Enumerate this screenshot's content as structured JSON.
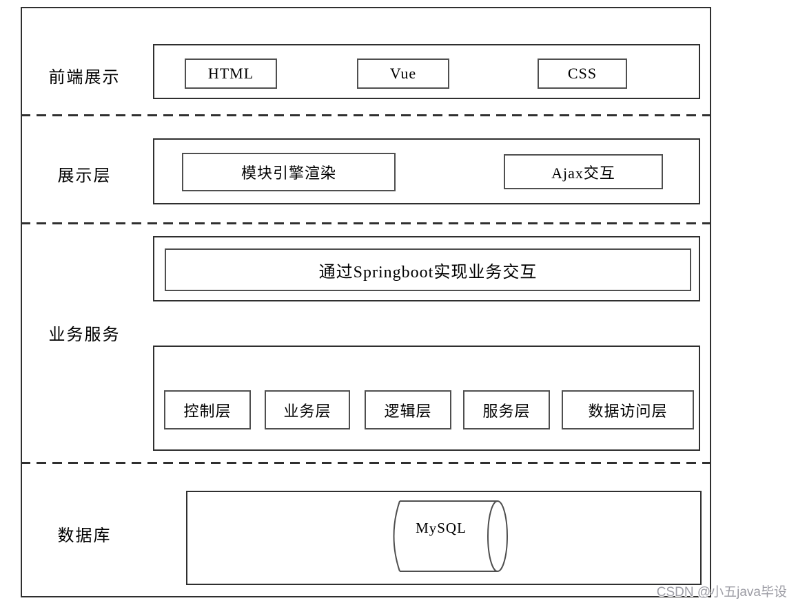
{
  "layers": {
    "frontend": {
      "label": "前端展示",
      "items": [
        "HTML",
        "Vue",
        "CSS"
      ]
    },
    "presentation": {
      "label": "展示层",
      "items": [
        "模块引擎渲染",
        "Ajax交互"
      ]
    },
    "business": {
      "label": "业务服务",
      "interaction": "通过Springboot实现业务交互",
      "sublayers": [
        "控制层",
        "业务层",
        "逻辑层",
        "服务层",
        "数据访问层"
      ]
    },
    "database": {
      "label": "数据库",
      "db": "MySQL"
    }
  },
  "watermark": {
    "text": "CSDN @小五java毕设"
  },
  "colors": {
    "border": "#2f2f2f",
    "box_border": "#4f4f4f",
    "text": "#000000",
    "background": "#ffffff",
    "watermark": "#9d9da5"
  }
}
